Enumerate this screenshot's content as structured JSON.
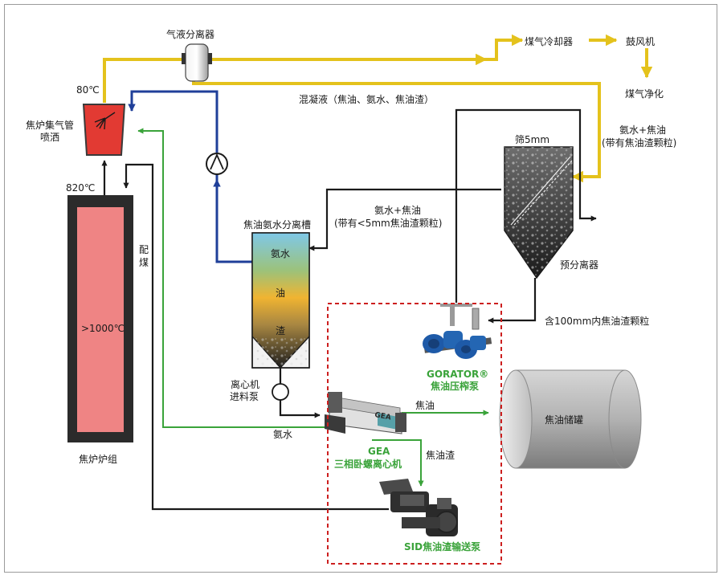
{
  "labels": {
    "gas_liquid_separator": "气液分离器",
    "gas_cooler": "煤气冷却器",
    "blower": "鼓风机",
    "gas_purification": "煤气净化",
    "temp_80": "80℃",
    "collector_line1": "焦炉集气管",
    "collector_line2": "喷洒",
    "condensate": "混凝液（焦油、氨水、焦油渣）",
    "ammonia_tar_right_line1": "氨水+焦油",
    "ammonia_tar_right_line2": "(带有焦油渣颗粒)",
    "screen": "筛5mm",
    "temp_820": "820℃",
    "separator_tank": "焦油氨水分离槽",
    "ammonia_tar_mid_line1": "氨水+焦油",
    "ammonia_tar_mid_line2": "(带有<5mm焦油渣颗粒)",
    "tank_layer_water": "氨水",
    "tank_layer_oil": "油",
    "tank_layer_residue": "渣",
    "pre_separator": "预分离器",
    "coal_feed": "配煤",
    "oven_temp": ">1000℃",
    "particles_100mm": "含100mm内焦油渣颗粒",
    "gorator_line1": "GORATOR®",
    "gorator_line2": "焦油压榨泵",
    "centrifuge_pump_line1": "离心机",
    "centrifuge_pump_line2": "进料泵",
    "tar": "焦油",
    "tar_storage": "焦油储罐",
    "ammonia": "氨水",
    "tar_residue": "焦油渣",
    "gea_line1": "GEA",
    "gea_line2": "三相卧螺离心机",
    "oven_group": "焦炉炉组",
    "sid_pump": "SID焦油渣输送泵",
    "gea_logo": "GEA"
  },
  "colors": {
    "gas_line": "#e4c21c",
    "black_line": "#1a1a1a",
    "blue_line": "#1f3f99",
    "green_line": "#3aa33a",
    "oven_fill": "#ef8484",
    "collector_fill": "#e23a33",
    "dashed_box": "#cc1f1f"
  }
}
